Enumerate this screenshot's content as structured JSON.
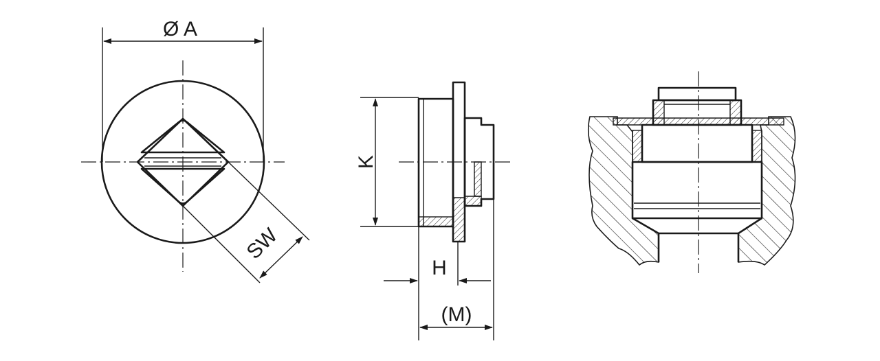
{
  "labels": {
    "diameter": "Ø A",
    "wrench_size": "SW",
    "height": "K",
    "head": "H",
    "length": "(M)"
  },
  "colors": {
    "line": "#1a1a1a",
    "background": "#ffffff"
  }
}
